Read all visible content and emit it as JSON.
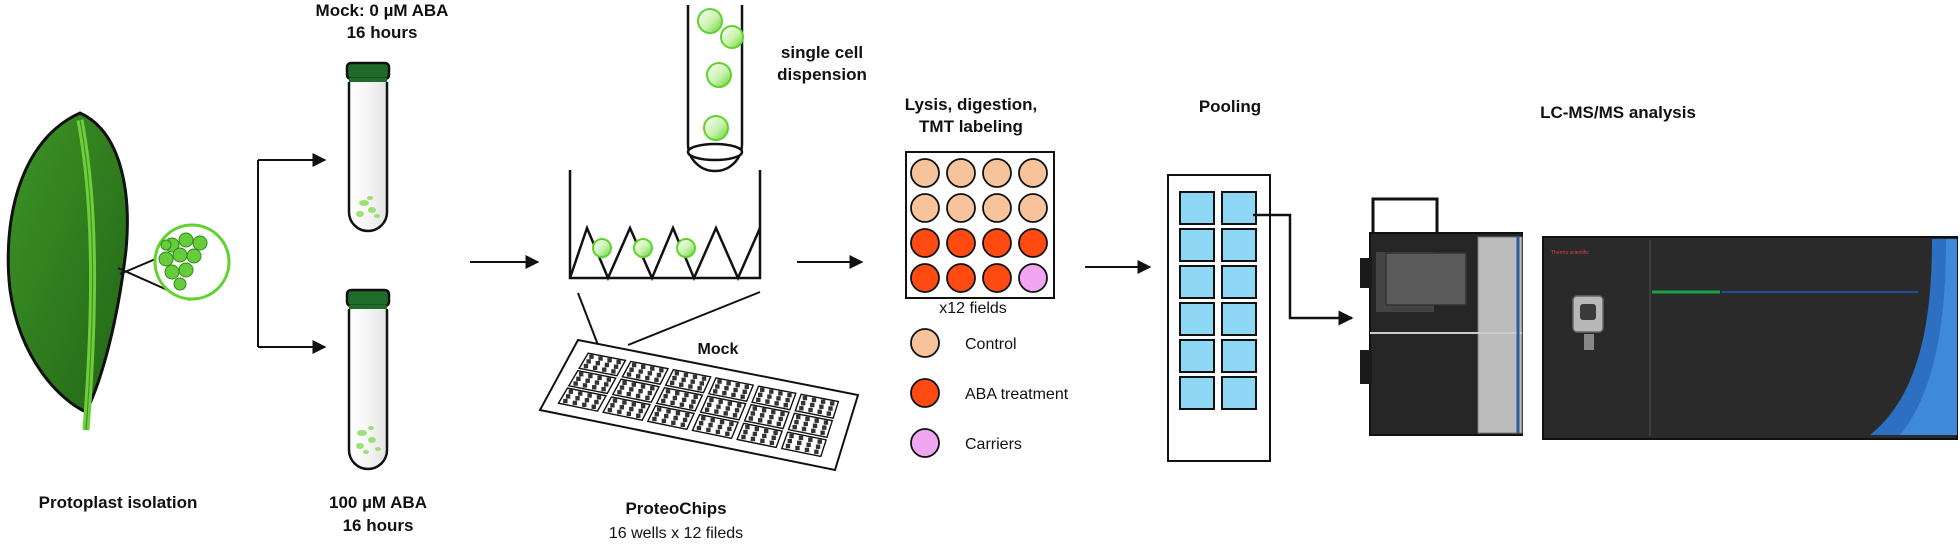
{
  "labels": {
    "protoplast_isolation": "Protoplast isolation",
    "mock_line1": "Mock: 0 µM ABA",
    "mock_line2": "16 hours",
    "aba_line1": "100 µM ABA",
    "aba_line2": "16 hours",
    "dispension_line1": "single cell",
    "dispension_line2": "dispension",
    "chip_mock": "Mock",
    "proteochips_title": "ProteoChips",
    "proteochips_sub": "16 wells x 12 fileds",
    "lysis_line1": "Lysis, digestion,",
    "lysis_line2": "TMT labeling",
    "fields": "x12 fields",
    "pooling": "Pooling",
    "lcms": "LC-MS/MS analysis",
    "instrument_brand": "Thermo scientific"
  },
  "legend": [
    {
      "label": "Control",
      "color": "#f7c39a"
    },
    {
      "label": "ABA treatment",
      "color": "#ff4a12"
    },
    {
      "label": "Carriers",
      "color": "#f0a6f0"
    }
  ],
  "plate": {
    "rows": [
      [
        "control",
        "control",
        "control",
        "control"
      ],
      [
        "control",
        "control",
        "control",
        "control"
      ],
      [
        "aba",
        "aba",
        "aba",
        "aba"
      ],
      [
        "aba",
        "aba",
        "aba",
        "carrier"
      ]
    ]
  },
  "colors": {
    "leaf": "#2f7d1e",
    "protoplast": "#79e24f",
    "tube_cap": "#1f6b2a",
    "pool_cell": "#8fd8f5",
    "instrument_dark": "#262626",
    "instrument_accent_green": "#1aa34a",
    "instrument_accent_blue": "#1f4fa0"
  }
}
